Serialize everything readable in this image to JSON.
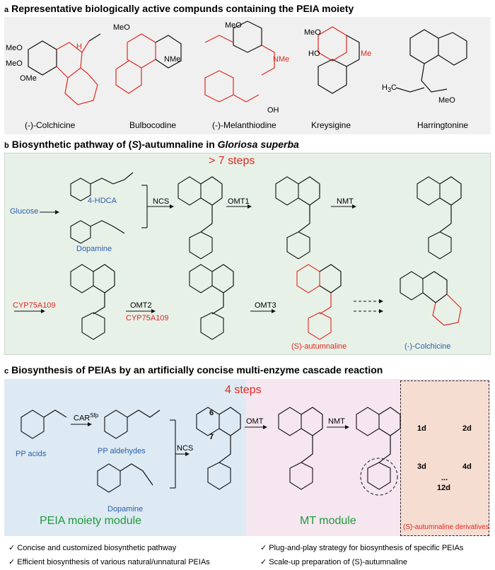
{
  "panel_a": {
    "letter": "a",
    "title": "Representative biologically active compunds containing the PEIA moiety",
    "compounds": [
      "(-)-Colchicine",
      "Bulbocodine",
      "(-)-Melanthiodine",
      "Kreysigine",
      "Harringtonine"
    ]
  },
  "panel_b": {
    "letter": "b",
    "title_parts": [
      "Biosynthetic pathway of (",
      "S",
      ")-autumnaline in ",
      "Gloriosa superba"
    ],
    "steps_label": "> 7 steps",
    "labels": {
      "glucose": "Glucose",
      "hdca": "4-HDCA",
      "dopamine": "Dopamine",
      "ncs": "NCS",
      "omt1": "OMT1",
      "nmt": "NMT",
      "cyp1": "CYP75A109",
      "omt2": "OMT2",
      "cyp2": "CYP75A109",
      "omt3": "OMT3",
      "autumnaline": "(S)-autumnaline",
      "colchicine": "(-)-Colchicine"
    }
  },
  "panel_c": {
    "letter": "c",
    "title": "Biosynthesis of PEIAs by an artificially concise multi-enzyme cascade reaction",
    "steps_label": "4 steps",
    "labels": {
      "car": "CAR",
      "car_sup": "Sfp",
      "pp_acids": "PP acids",
      "pp_aldehydes": "PP aldehydes",
      "dopamine": "Dopamine",
      "ncs": "NCS",
      "omt": "OMT",
      "nmt": "NMT",
      "pos6": "6",
      "pos7": "7",
      "module1": "PEIA moiety module",
      "module2": "MT module",
      "derivatives": "(S)-autumnaline derivatives",
      "d1": "1d",
      "d2": "2d",
      "d3": "3d",
      "d4": "4d",
      "d12": "12d",
      "ellipsis": "..."
    },
    "bullets": [
      "Concise and customized biosynthetic pathway",
      "Plug-and-play strategy for biosynthesis of specific PEIAs",
      "Efficient biosynthesis of various natural/unnatural PEIAs",
      "Scale-up preparation of (S)-autumnaline"
    ]
  },
  "colors": {
    "red": "#e0281e",
    "blue": "#2a5ea8",
    "green": "#1f9a3a"
  }
}
